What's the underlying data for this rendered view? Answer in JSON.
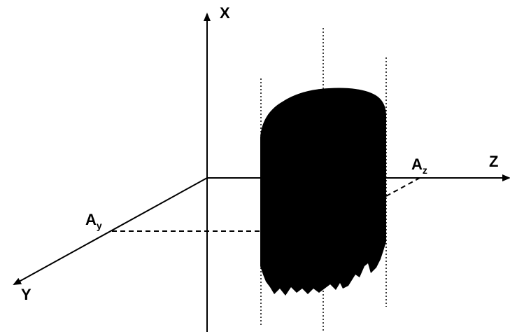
{
  "axes": {
    "x": {
      "label": "X"
    },
    "y": {
      "label": "Y"
    },
    "z": {
      "label": "Z"
    }
  },
  "points": {
    "ay": {
      "main": "A",
      "sub": "y"
    },
    "az": {
      "main": "A",
      "sub": "z"
    }
  },
  "colors": {
    "ink": "#000000",
    "background": "#ffffff"
  }
}
